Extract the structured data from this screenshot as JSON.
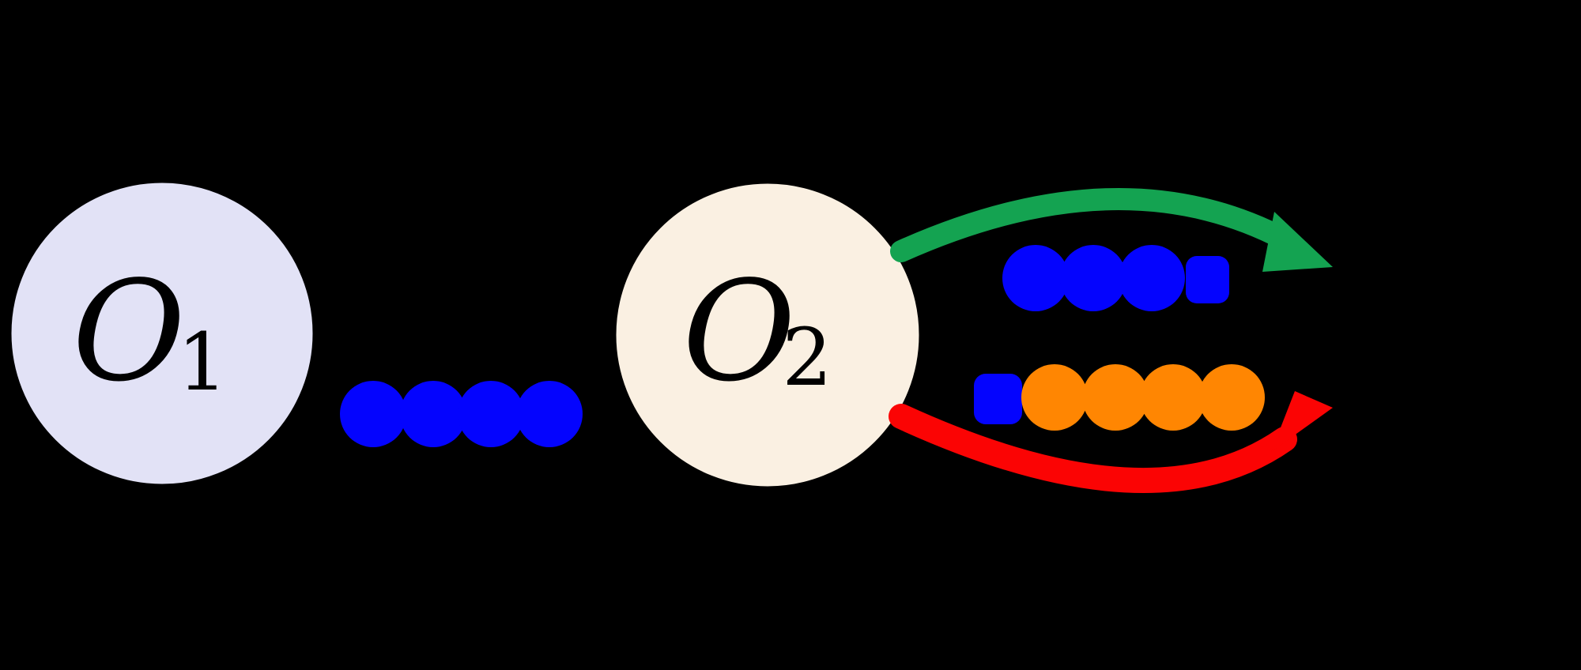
{
  "figure": {
    "background": "#000000",
    "palette": {
      "blue": "#0404FE",
      "orange": "#FF8602",
      "green": "#14A351",
      "red": "#FB0404",
      "node1_fill": "#E2E2F6",
      "node2_fill": "#FAF0E2",
      "outline": "#000000",
      "label_color": "#000000"
    },
    "nodes": {
      "o1": {
        "label": "O",
        "subscript": "1"
      },
      "o2": {
        "label": "O",
        "subscript": "2"
      }
    },
    "connections": {
      "o1_o2_dotted_line": {
        "color": "blue",
        "dot_count": 4
      },
      "top_right_dotted_line": {
        "color": "blue",
        "dot_count": 4
      },
      "bottom_right_dotted_line": {
        "colors": "blue then orange",
        "dot_count": 5
      },
      "green_curved_arrow": {
        "color": "green",
        "points": "right, curving over top dotted line"
      },
      "red_curved_arrow": {
        "color": "red",
        "points": "right, curving under bottom dotted line"
      }
    }
  }
}
